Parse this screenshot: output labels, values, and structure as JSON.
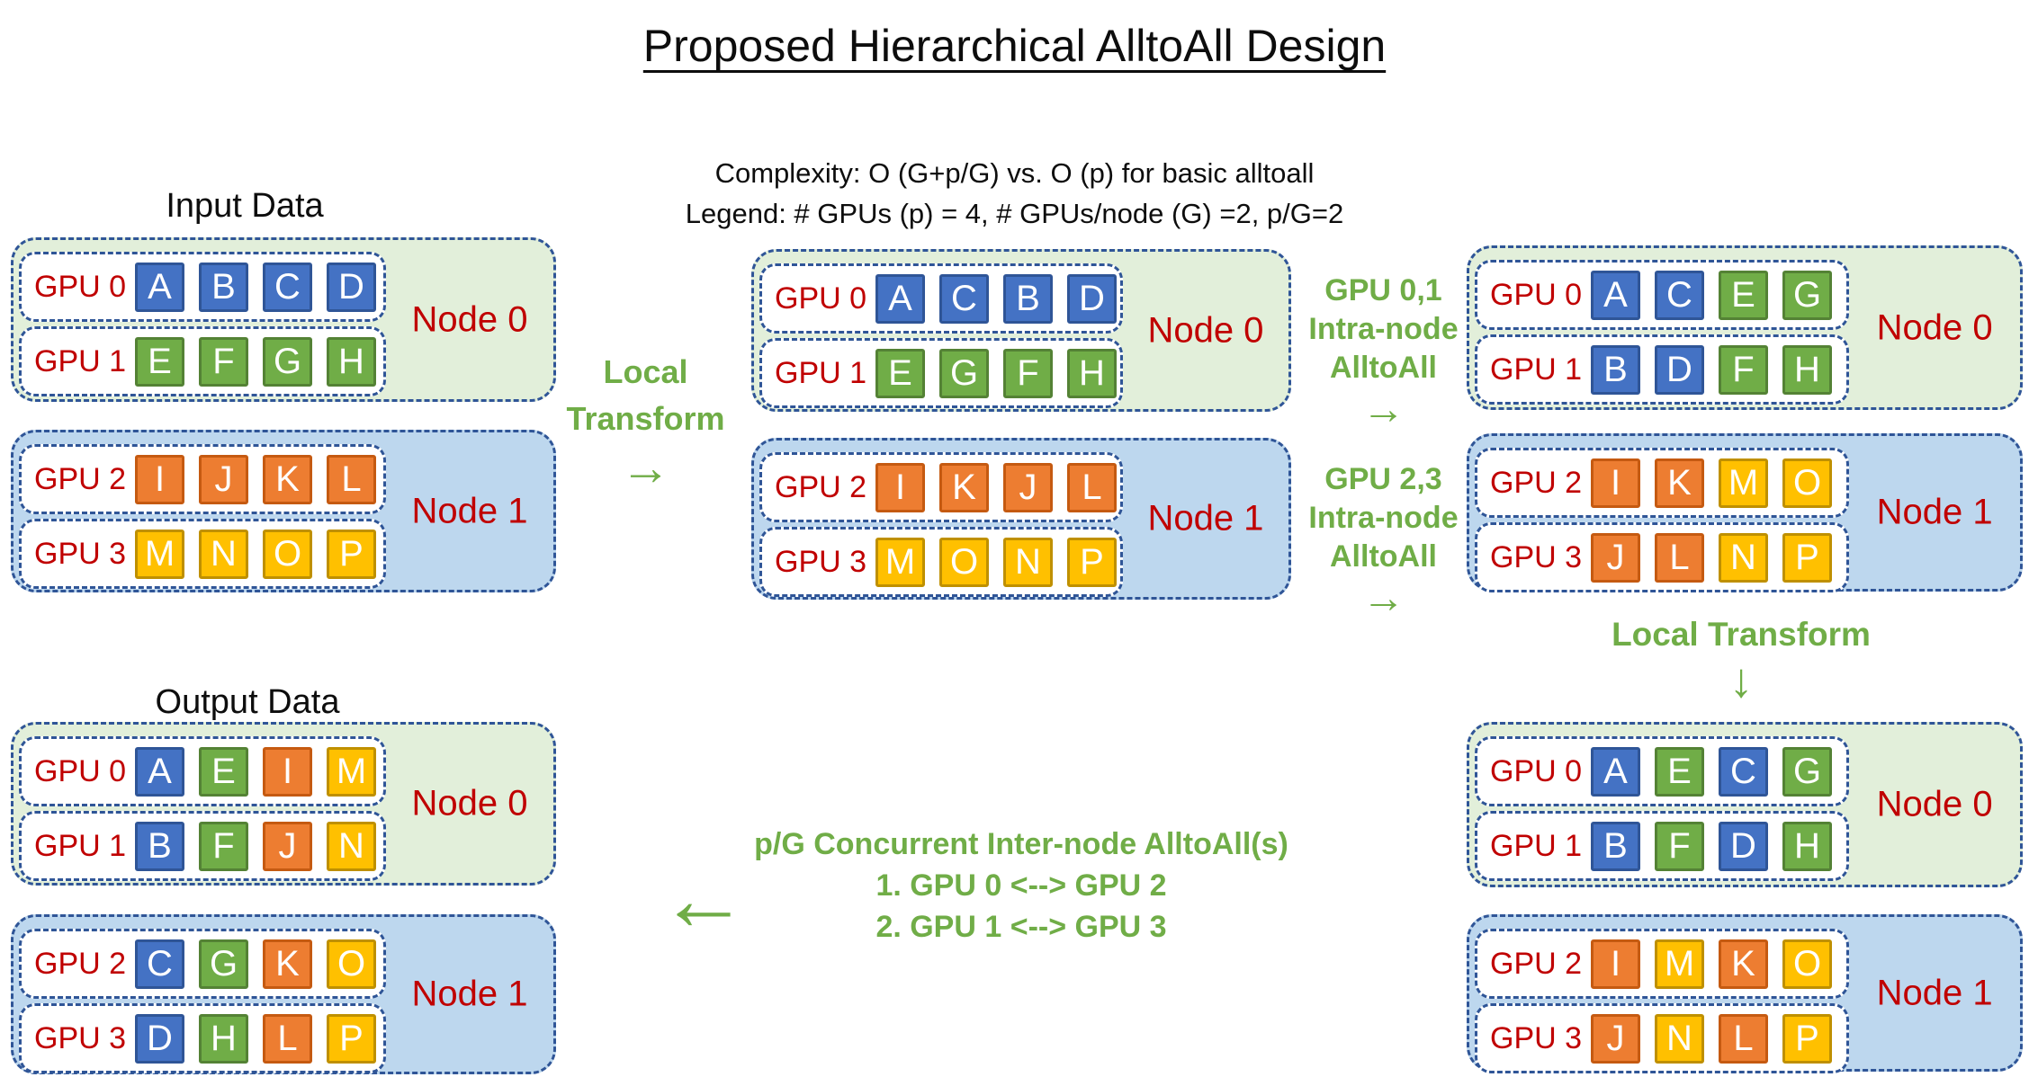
{
  "title": "Proposed Hierarchical AlltoAll Design",
  "subtitle": {
    "line1": "Complexity: O (G+p/G) vs. O (p) for basic alltoall",
    "line2": "Legend: # GPUs (p) = 4, # GPUs/node (G) =2, p/G=2"
  },
  "headers": {
    "input": "Input Data",
    "output": "Output Data"
  },
  "annotations": {
    "local_transform_left": {
      "line1": "Local",
      "line2": "Transform",
      "arrow": "→"
    },
    "intra_node_01": {
      "line1": "GPU 0,1",
      "line2": "Intra-node",
      "line3": "AlltoAll",
      "arrow": "→"
    },
    "intra_node_23": {
      "line1": "GPU 2,3",
      "line2": "Intra-node",
      "line3": "AlltoAll",
      "arrow": "→"
    },
    "local_transform_right": {
      "line1": "Local Transform",
      "arrow": "↓"
    },
    "inter_node": {
      "line1": "p/G Concurrent Inter-node AlltoAll(s)",
      "line2": "1. GPU 0 <--> GPU 2",
      "line3": "2. GPU 1 <--> GPU 3",
      "arrow": "←"
    }
  },
  "colors": {
    "blue": "#4472C4",
    "blue_border": "#2F5597",
    "green": "#70AD47",
    "green_border": "#548235",
    "orange": "#ED7D31",
    "orange_border": "#C55A11",
    "yellow": "#FFC000",
    "yellow_border": "#BF9000",
    "node0_bg": "#E2EFDA",
    "node1_bg": "#BDD7EE",
    "dashed_border": "#2F5597",
    "red_text": "#C00000",
    "green_text": "#70AD47",
    "cell_text": "#FFFFFF"
  },
  "panels": {
    "input": {
      "nodes": [
        {
          "label": "Node 0",
          "gpus": [
            {
              "label": "GPU 0",
              "cells": [
                {
                  "letter": "A",
                  "color": "blue"
                },
                {
                  "letter": "B",
                  "color": "blue"
                },
                {
                  "letter": "C",
                  "color": "blue"
                },
                {
                  "letter": "D",
                  "color": "blue"
                }
              ]
            },
            {
              "label": "GPU 1",
              "cells": [
                {
                  "letter": "E",
                  "color": "green"
                },
                {
                  "letter": "F",
                  "color": "green"
                },
                {
                  "letter": "G",
                  "color": "green"
                },
                {
                  "letter": "H",
                  "color": "green"
                }
              ]
            }
          ]
        },
        {
          "label": "Node 1",
          "gpus": [
            {
              "label": "GPU 2",
              "cells": [
                {
                  "letter": "I",
                  "color": "orange"
                },
                {
                  "letter": "J",
                  "color": "orange"
                },
                {
                  "letter": "K",
                  "color": "orange"
                },
                {
                  "letter": "L",
                  "color": "orange"
                }
              ]
            },
            {
              "label": "GPU 3",
              "cells": [
                {
                  "letter": "M",
                  "color": "yellow"
                },
                {
                  "letter": "N",
                  "color": "yellow"
                },
                {
                  "letter": "O",
                  "color": "yellow"
                },
                {
                  "letter": "P",
                  "color": "yellow"
                }
              ]
            }
          ]
        }
      ]
    },
    "local_transformed": {
      "nodes": [
        {
          "label": "Node 0",
          "gpus": [
            {
              "label": "GPU 0",
              "cells": [
                {
                  "letter": "A",
                  "color": "blue"
                },
                {
                  "letter": "C",
                  "color": "blue"
                },
                {
                  "letter": "B",
                  "color": "blue"
                },
                {
                  "letter": "D",
                  "color": "blue"
                }
              ]
            },
            {
              "label": "GPU 1",
              "cells": [
                {
                  "letter": "E",
                  "color": "green"
                },
                {
                  "letter": "G",
                  "color": "green"
                },
                {
                  "letter": "F",
                  "color": "green"
                },
                {
                  "letter": "H",
                  "color": "green"
                }
              ]
            }
          ]
        },
        {
          "label": "Node 1",
          "gpus": [
            {
              "label": "GPU 2",
              "cells": [
                {
                  "letter": "I",
                  "color": "orange"
                },
                {
                  "letter": "K",
                  "color": "orange"
                },
                {
                  "letter": "J",
                  "color": "orange"
                },
                {
                  "letter": "L",
                  "color": "orange"
                }
              ]
            },
            {
              "label": "GPU 3",
              "cells": [
                {
                  "letter": "M",
                  "color": "yellow"
                },
                {
                  "letter": "O",
                  "color": "yellow"
                },
                {
                  "letter": "N",
                  "color": "yellow"
                },
                {
                  "letter": "P",
                  "color": "yellow"
                }
              ]
            }
          ]
        }
      ]
    },
    "intra_node_result": {
      "nodes": [
        {
          "label": "Node 0",
          "gpus": [
            {
              "label": "GPU 0",
              "cells": [
                {
                  "letter": "A",
                  "color": "blue"
                },
                {
                  "letter": "C",
                  "color": "blue"
                },
                {
                  "letter": "E",
                  "color": "green"
                },
                {
                  "letter": "G",
                  "color": "green"
                }
              ]
            },
            {
              "label": "GPU 1",
              "cells": [
                {
                  "letter": "B",
                  "color": "blue"
                },
                {
                  "letter": "D",
                  "color": "blue"
                },
                {
                  "letter": "F",
                  "color": "green"
                },
                {
                  "letter": "H",
                  "color": "green"
                }
              ]
            }
          ]
        },
        {
          "label": "Node 1",
          "gpus": [
            {
              "label": "GPU 2",
              "cells": [
                {
                  "letter": "I",
                  "color": "orange"
                },
                {
                  "letter": "K",
                  "color": "orange"
                },
                {
                  "letter": "M",
                  "color": "yellow"
                },
                {
                  "letter": "O",
                  "color": "yellow"
                }
              ]
            },
            {
              "label": "GPU 3",
              "cells": [
                {
                  "letter": "J",
                  "color": "orange"
                },
                {
                  "letter": "L",
                  "color": "orange"
                },
                {
                  "letter": "N",
                  "color": "yellow"
                },
                {
                  "letter": "P",
                  "color": "yellow"
                }
              ]
            }
          ]
        }
      ]
    },
    "local_transformed_2": {
      "nodes": [
        {
          "label": "Node 0",
          "gpus": [
            {
              "label": "GPU 0",
              "cells": [
                {
                  "letter": "A",
                  "color": "blue"
                },
                {
                  "letter": "E",
                  "color": "green"
                },
                {
                  "letter": "C",
                  "color": "blue"
                },
                {
                  "letter": "G",
                  "color": "green"
                }
              ]
            },
            {
              "label": "GPU 1",
              "cells": [
                {
                  "letter": "B",
                  "color": "blue"
                },
                {
                  "letter": "F",
                  "color": "green"
                },
                {
                  "letter": "D",
                  "color": "blue"
                },
                {
                  "letter": "H",
                  "color": "green"
                }
              ]
            }
          ]
        },
        {
          "label": "Node 1",
          "gpus": [
            {
              "label": "GPU 2",
              "cells": [
                {
                  "letter": "I",
                  "color": "orange"
                },
                {
                  "letter": "M",
                  "color": "yellow"
                },
                {
                  "letter": "K",
                  "color": "orange"
                },
                {
                  "letter": "O",
                  "color": "yellow"
                }
              ]
            },
            {
              "label": "GPU 3",
              "cells": [
                {
                  "letter": "J",
                  "color": "orange"
                },
                {
                  "letter": "N",
                  "color": "yellow"
                },
                {
                  "letter": "L",
                  "color": "orange"
                },
                {
                  "letter": "P",
                  "color": "yellow"
                }
              ]
            }
          ]
        }
      ]
    },
    "output": {
      "nodes": [
        {
          "label": "Node 0",
          "gpus": [
            {
              "label": "GPU 0",
              "cells": [
                {
                  "letter": "A",
                  "color": "blue"
                },
                {
                  "letter": "E",
                  "color": "green"
                },
                {
                  "letter": "I",
                  "color": "orange"
                },
                {
                  "letter": "M",
                  "color": "yellow"
                }
              ]
            },
            {
              "label": "GPU 1",
              "cells": [
                {
                  "letter": "B",
                  "color": "blue"
                },
                {
                  "letter": "F",
                  "color": "green"
                },
                {
                  "letter": "J",
                  "color": "orange"
                },
                {
                  "letter": "N",
                  "color": "yellow"
                }
              ]
            }
          ]
        },
        {
          "label": "Node 1",
          "gpus": [
            {
              "label": "GPU 2",
              "cells": [
                {
                  "letter": "C",
                  "color": "blue"
                },
                {
                  "letter": "G",
                  "color": "green"
                },
                {
                  "letter": "K",
                  "color": "orange"
                },
                {
                  "letter": "O",
                  "color": "yellow"
                }
              ]
            },
            {
              "label": "GPU 3",
              "cells": [
                {
                  "letter": "D",
                  "color": "blue"
                },
                {
                  "letter": "H",
                  "color": "green"
                },
                {
                  "letter": "L",
                  "color": "orange"
                },
                {
                  "letter": "P",
                  "color": "yellow"
                }
              ]
            }
          ]
        }
      ]
    }
  }
}
